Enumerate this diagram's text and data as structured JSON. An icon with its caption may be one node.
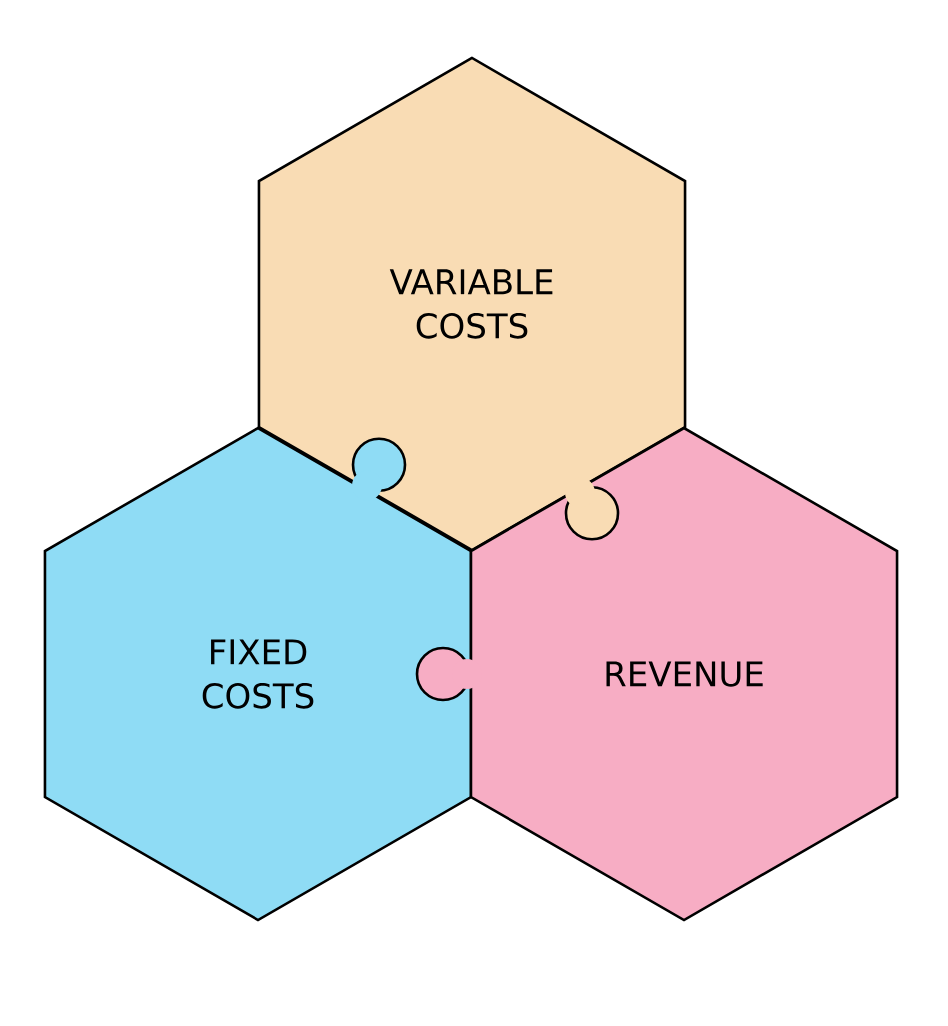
{
  "diagram": {
    "nodes": [
      {
        "text": [
          "VARIABLE COSTS"
        ]
      },
      {
        "text": [
          "FIXED COSTS"
        ]
      },
      {
        "text": [
          "REVENUE"
        ]
      }
    ]
  }
}
